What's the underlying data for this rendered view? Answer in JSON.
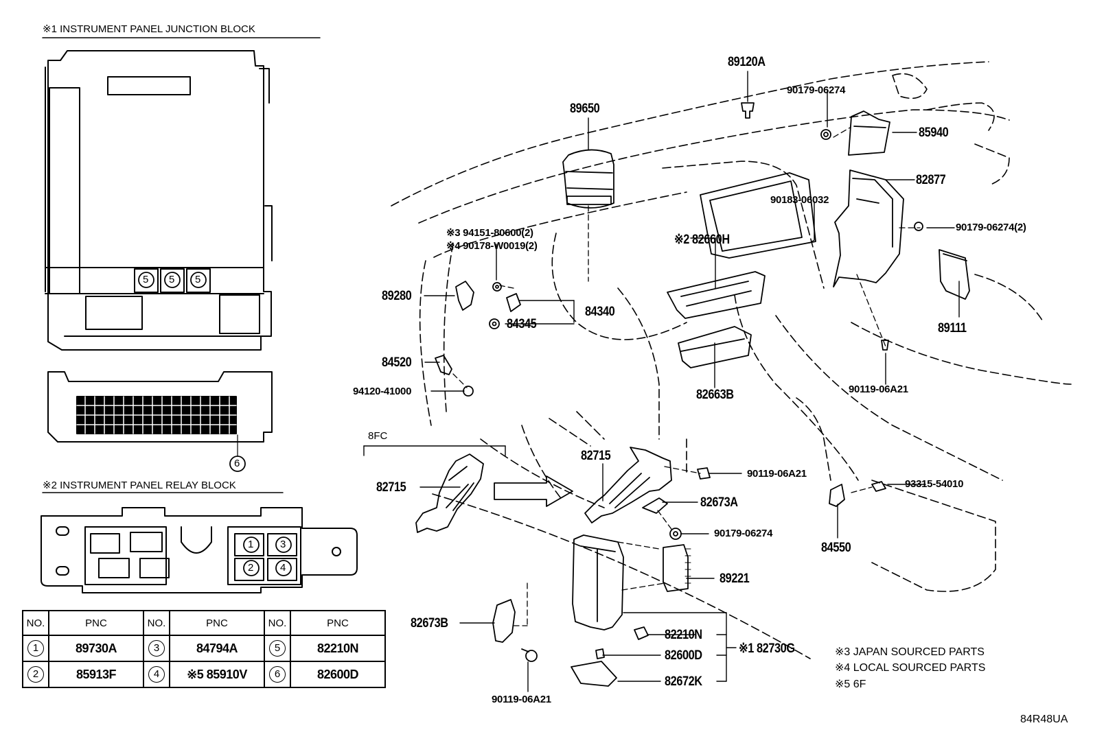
{
  "title_jb": "※1 INSTRUMENT PANEL JUNCTION BLOCK",
  "title_rb": "※2 INSTRUMENT PANEL RELAY BLOCK",
  "jb_callouts": [
    "5",
    "5",
    "5",
    "6"
  ],
  "rb_callouts": [
    "1",
    "3",
    "2",
    "4"
  ],
  "labels": {
    "p89120A": "89120A",
    "p90179_06274_top": "90179-06274",
    "p89650": "89650",
    "p85940": "85940",
    "p82877": "82877",
    "p90183_06032": "90183-06032",
    "p90179_06274_2": "90179-06274(2)",
    "p94151": "※3 94151-80600(2)",
    "p90178": "※4 90178-W0019(2)",
    "p82660H": "※2 82660H",
    "p89280": "89280",
    "p84340": "84340",
    "p84345": "84345",
    "p89111": "89111",
    "p84520": "84520",
    "p94120": "94120-41000",
    "p82663B": "82663B",
    "p90119_06A21_r": "90119-06A21",
    "p8FC": "8FC",
    "p82715_l": "82715",
    "p82715_c": "82715",
    "p90119_06A21_c": "90119-06A21",
    "p93315": "93315-54010",
    "p82673A": "82673A",
    "p84550": "84550",
    "p90179_06274_c": "90179-06274",
    "p89221": "89221",
    "p82673B": "82673B",
    "p82210N": "82210N",
    "p82600D": "82600D",
    "p82730G": "※1 82730G",
    "p82672K": "82672K",
    "p90119_06A21_b": "90119-06A21"
  },
  "notes": [
    "※3 JAPAN SOURCED PARTS",
    "※4 LOCAL SOURCED PARTS",
    "※5 6F"
  ],
  "ref_code": "84R48UA",
  "table": {
    "headers": [
      "NO.",
      "PNC",
      "NO.",
      "PNC",
      "NO.",
      "PNC"
    ],
    "rows": [
      [
        {
          "no": "1",
          "pnc": "89730A"
        },
        {
          "no": "3",
          "pnc": "84794A"
        },
        {
          "no": "5",
          "pnc": "82210N"
        }
      ],
      [
        {
          "no": "2",
          "pnc": "85913F"
        },
        {
          "no": "4",
          "pnc": "※5 85910V"
        },
        {
          "no": "6",
          "pnc": "82600D"
        }
      ]
    ]
  }
}
